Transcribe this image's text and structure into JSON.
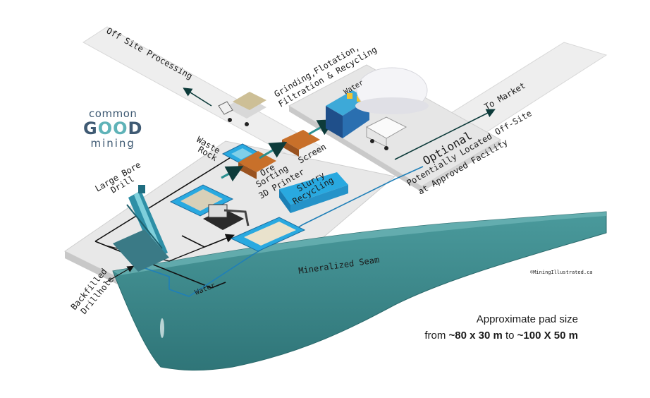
{
  "logo": {
    "line1": "common",
    "line2_a": "G",
    "line2_b": "OO",
    "line2_c": "D",
    "line3": "mining"
  },
  "labels": {
    "off_site_processing": "Off Site Processing",
    "grinding_line1": "Grinding,Flotation,",
    "grinding_line2": "Filtration & Recycling",
    "water_tank": "Water",
    "to_market": "To Market",
    "optional": "Optional",
    "potential_line1": "Potentially Located Off-Site",
    "potential_line2": "at Approved Facility",
    "waste_line1": "Waste",
    "waste_line2": "Rock",
    "screen": "Screen",
    "ore_line1": "Ore",
    "ore_line2": "Sorting",
    "ore_line3": "3D Printer",
    "slurry_line1": "Slurry",
    "slurry_line2": "Recycling",
    "drill_line1": "Large Bore",
    "drill_line2": "Drill",
    "backfilled_line1": "Backfilled",
    "backfilled_line2": "Drillhole",
    "water_pipe": "Water",
    "mineralized_seam": "Mineralized Seam",
    "credit": "©MiningIllustrated.ca"
  },
  "pad_note": {
    "line1": "Approximate pad size",
    "prefix": "from ",
    "size_a": "~80 x 30 m",
    "middle": " to ",
    "size_b": "~100 X 50 m"
  },
  "colors": {
    "seam": "#3e8c8f",
    "pad": "#e8e8e8",
    "road": "#efefef",
    "tank": "#29a9e0",
    "screen_box": "#c8702a",
    "logo_text": "#3f5a73",
    "logo_accent": "#5fb3b8"
  }
}
